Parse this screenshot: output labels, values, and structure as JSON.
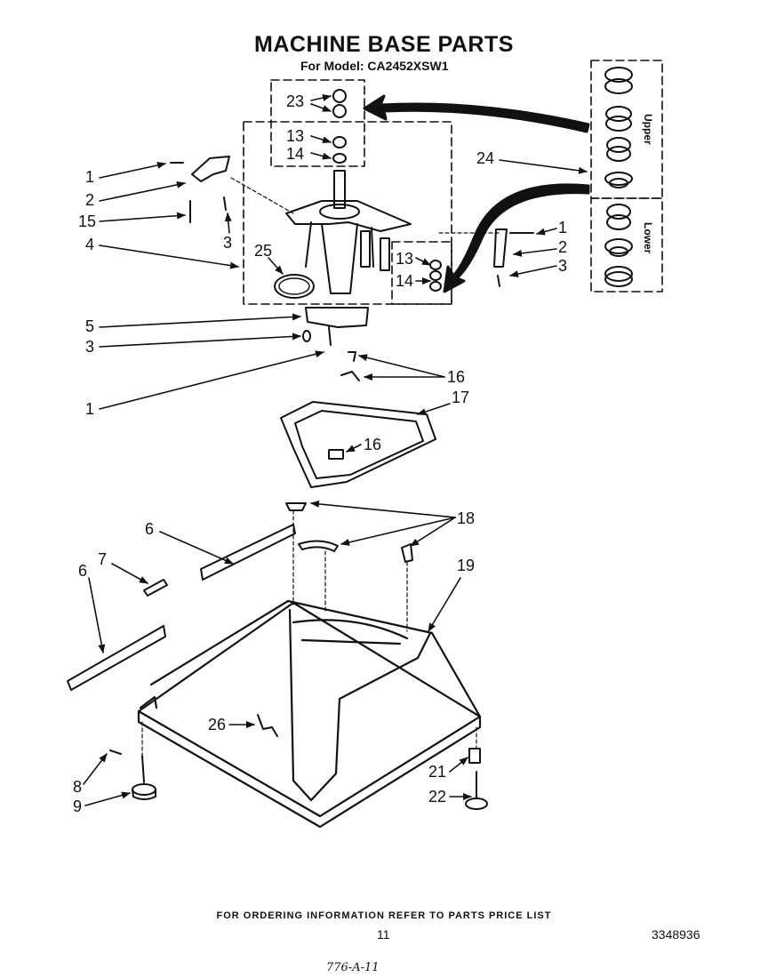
{
  "title": "MACHINE BASE PARTS",
  "subtitle": "For Model: CA2452XSW1",
  "callouts": {
    "c23": "23",
    "c13a": "13",
    "c14a": "14",
    "c24": "24",
    "c1a": "1",
    "c2a": "2",
    "c15": "15",
    "c3a": "3",
    "c4": "4",
    "c25": "25",
    "c1b": "1",
    "c2b": "2",
    "c3b": "3",
    "c13b": "13",
    "c14b": "14",
    "c5": "5",
    "c3c": "3",
    "c16a": "16",
    "c1c": "1",
    "c17": "17",
    "c16b": "16",
    "c18": "18",
    "c6a": "6",
    "c7": "7",
    "c6b": "6",
    "c19": "19",
    "c26": "26",
    "c21": "21",
    "c8": "8",
    "c9": "9",
    "c22": "22"
  },
  "inset_labels": {
    "upper": "Upper",
    "lower": "Lower"
  },
  "footer": {
    "note": "FOR ORDERING INFORMATION REFER TO PARTS PRICE LIST",
    "page_number": "11",
    "doc_number": "3348936",
    "handwritten": "776-A-11"
  }
}
